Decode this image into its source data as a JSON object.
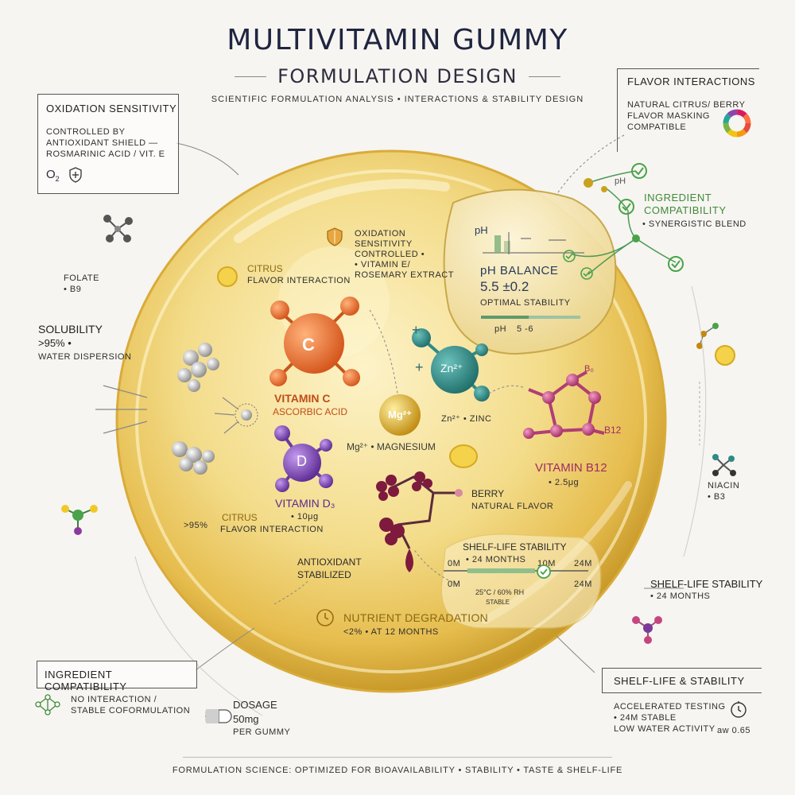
{
  "header": {
    "title": "MULTIVITAMIN GUMMY",
    "subtitle": "FORMULATION DESIGN",
    "tagline": "SCIENTIFIC FORMULATION ANALYSIS • INTERACTIONS & STABILITY DESIGN"
  },
  "oxidation_box": {
    "title": "OXIDATION SENSITIVITY",
    "line1": "CONTROLLED BY",
    "line2": "ANTIOXIDANT SHIELD —",
    "line3": "ROSMARINIC ACID / VIT. E",
    "o2_symbol": "O",
    "o2_sub": "2"
  },
  "flavor_box": {
    "title": "FLAVOR INTERACTIONS",
    "line1": "NATURAL CITRUS/ BERRY",
    "line2": "FLAVOR MASKING",
    "line3": "COMPATIBLE"
  },
  "left_labels": {
    "folate": "FOLATE",
    "b9": "• B9",
    "solubility": "SOLUBILITY",
    "solubility_value": ">95% •",
    "water_dispersion": "WATER DISPERSION"
  },
  "right_labels": {
    "ingredient_compat_title1": "INGREDIENT",
    "ingredient_compat_title2": "COMPATIBILITY",
    "synergistic": "• SYNERGISTIC BLEND",
    "ph_small": "pH",
    "niacin": "NIACIN",
    "b3": "• B3",
    "shelf_title": "SHELF-LIFE STABILITY",
    "shelf_value": "• 24 MONTHS"
  },
  "inner": {
    "oxidation_line1": "OXIDATION",
    "oxidation_line2": "SENSITIVITY",
    "oxidation_line3": "CONTROLLED •",
    "oxidation_line4": "• VITAMIN E/",
    "oxidation_line5": "ROSEMARY EXTRACT",
    "citrus_top": "CITRUS",
    "flavor_interaction_top": "FLAVOR INTERACTION",
    "vitc_symbol": "C",
    "vitc_name": "VITAMIN C",
    "vitc_sub": "ASCORBIC ACID",
    "zn_symbol": "Zn²⁺",
    "zn_label": "Zn²⁺ • ZINC",
    "mg_symbol": "Mg²⁺",
    "mg_label": "Mg²⁺ • MAGNESIUM",
    "vitd_symbol": "D",
    "vitd_name": "VITAMIN D₃",
    "vitd_dose": "• 10μg",
    "b12_name": "VITAMIN B12",
    "b12_dose": "• 2.5μg",
    "b12_mark_top": "B₀",
    "b12_mark": "B12",
    "berry": "BERRY",
    "natural_flavor": "NATURAL FLAVOR",
    "pct95": ">95%",
    "citrus_bottom": "CITRUS",
    "flavor_interaction_bottom": "FLAVOR INTERACTION",
    "antioxidant1": "ANTIOXIDANT",
    "antioxidant2": "STABILIZED",
    "degradation_title": "NUTRIENT DEGRADATION",
    "degradation_value": "<2% • AT 12 MONTHS"
  },
  "ph_panel": {
    "ph_label": "pH",
    "title": "pH BALANCE",
    "value": "5.5 ±0.2",
    "note": "OPTIMAL STABILITY",
    "range_label": "pH",
    "range": "5 -6"
  },
  "shelf_inner": {
    "title": "SHELF-LIFE STABILITY",
    "value": "• 24 MONTHS",
    "tick_0m_top": "0M",
    "tick_10m": "10M",
    "tick_24m_top": "24M",
    "tick_0m_bottom": "0M",
    "tick_24m_bottom": "24M",
    "conditions": "25°C / 60% RH",
    "stable": "STABLE",
    "progress_fraction": 0.45
  },
  "ingredient_box": {
    "title": "INGREDIENT COMPATIBILITY",
    "line1": "NO INTERACTION /",
    "line2": "STABLE COFORMULATION"
  },
  "dosage": {
    "title": "DOSAGE",
    "value": "50mg",
    "unit": "PER GUMMY"
  },
  "shelf_box": {
    "title": "SHELF-LIFE & STABILITY",
    "line1": "ACCELERATED TESTING",
    "line2": "• 24M STABLE",
    "line3": "LOW WATER ACTIVITY",
    "aw": "aw 0.65"
  },
  "footer": "FORMULATION SCIENCE: OPTIMIZED FOR BIOAVAILABILITY • STABILITY • TASTE & SHELF-LIFE",
  "colors": {
    "gummy": "#f2d883",
    "vitc": "#e8621f",
    "zn": "#2f8a86",
    "mg": "#d9a51b",
    "vitd": "#7a46b0",
    "b12": "#c4467f",
    "berry": "#7d1a3d",
    "check": "#4aa34a"
  }
}
